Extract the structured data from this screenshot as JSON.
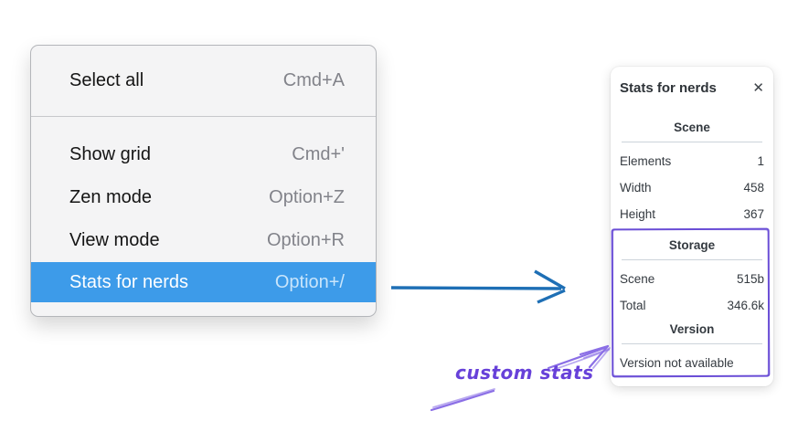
{
  "colors": {
    "menu_highlight": "#3d9be9",
    "menu_highlight_shortcut": "#c9e5fb",
    "blue_arrow": "#1e6fb5",
    "purple_dark": "#6741d9",
    "purple_light": "#8b6fe6",
    "purple_box": "#6a4ed6"
  },
  "context_menu": {
    "items": [
      {
        "label": "Select all",
        "shortcut": "Cmd+A"
      },
      {
        "label": "Show grid",
        "shortcut": "Cmd+'"
      },
      {
        "label": "Zen mode",
        "shortcut": "Option+Z"
      },
      {
        "label": "View mode",
        "shortcut": "Option+R"
      },
      {
        "label": "Stats for nerds",
        "shortcut": "Option+/"
      }
    ]
  },
  "stats_panel": {
    "title": "Stats for nerds",
    "close_icon": "✕",
    "sections": [
      {
        "heading": "Scene",
        "rows": [
          {
            "label": "Elements",
            "value": "1"
          },
          {
            "label": "Width",
            "value": "458"
          },
          {
            "label": "Height",
            "value": "367"
          }
        ]
      },
      {
        "heading": "Storage",
        "rows": [
          {
            "label": "Scene",
            "value": "515b"
          },
          {
            "label": "Total",
            "value": "346.6k"
          }
        ]
      },
      {
        "heading": "Version",
        "note": "Version not available"
      }
    ]
  },
  "annotation": {
    "label": "custom stats"
  }
}
